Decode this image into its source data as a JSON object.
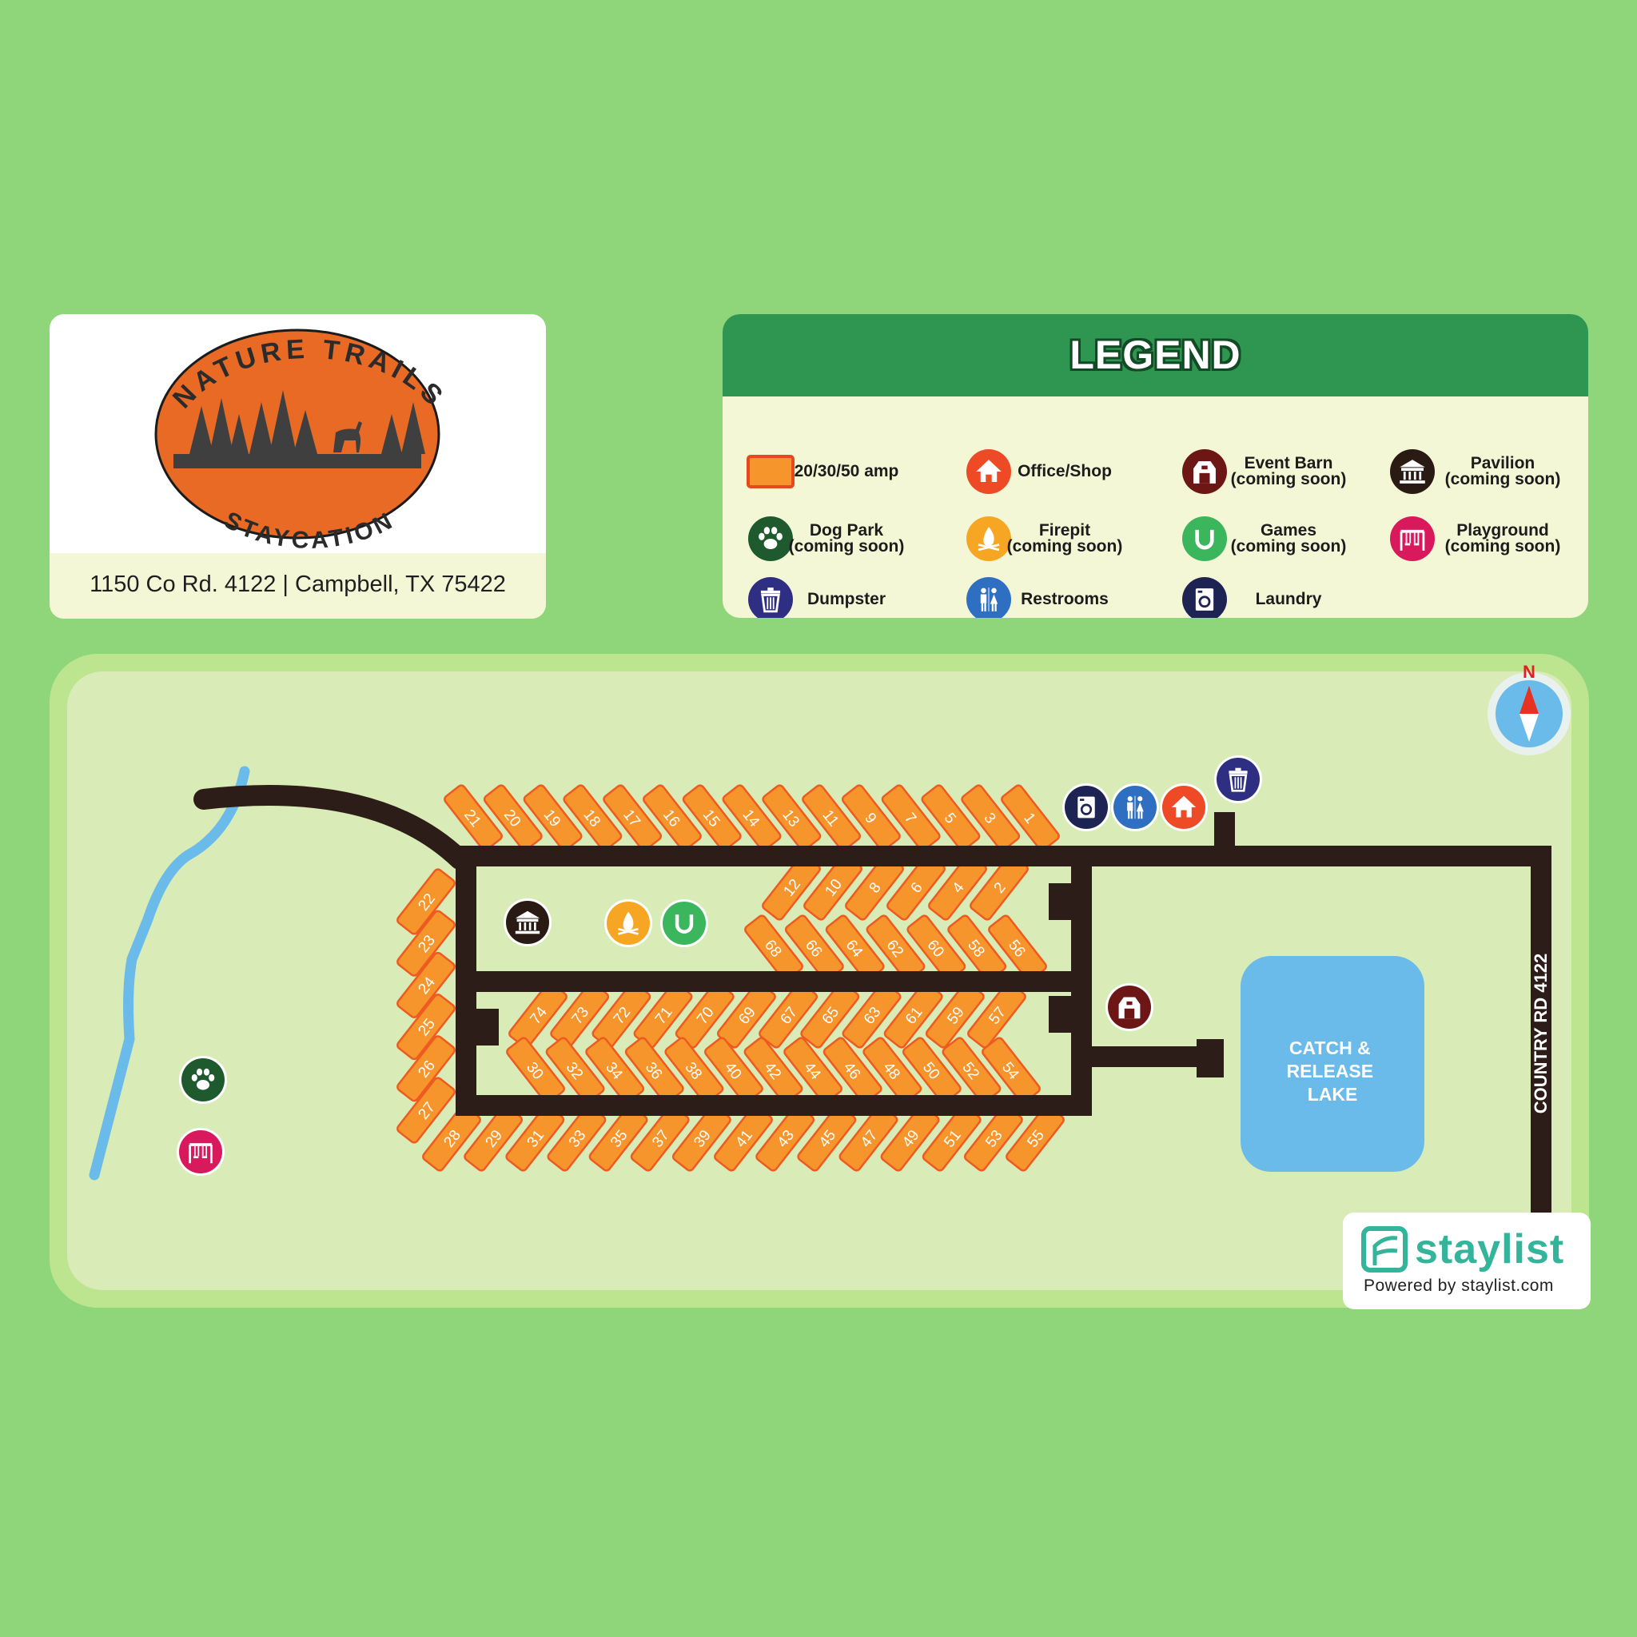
{
  "park": {
    "logo_text_top": "NATURE TRAILS",
    "logo_text_bottom": "STAYCATION",
    "address": "1150 Co Rd. 4122 | Campbell, TX 75422"
  },
  "legend": {
    "title": "LEGEND",
    "items": [
      {
        "name": "20/30/50 amp",
        "sub": "",
        "icon": "rv-site-swatch",
        "color": "#f7952d"
      },
      {
        "name": "Office/Shop",
        "sub": "",
        "icon": "house-icon",
        "color": "#ee4a26"
      },
      {
        "name": "Event Barn",
        "sub": "(coming soon)",
        "icon": "barn-icon",
        "color": "#6d1616"
      },
      {
        "name": "Pavilion",
        "sub": "(coming soon)",
        "icon": "pavilion-icon",
        "color": "#2a1a14"
      },
      {
        "name": "Dog Park",
        "sub": "(coming soon)",
        "icon": "paw-icon",
        "color": "#1e5a2e"
      },
      {
        "name": "Firepit",
        "sub": "(coming soon)",
        "icon": "campfire-icon",
        "color": "#f6a623"
      },
      {
        "name": "Games",
        "sub": "(coming soon)",
        "icon": "horseshoe-icon",
        "color": "#3cb65c"
      },
      {
        "name": "Playground",
        "sub": "(coming soon)",
        "icon": "swing-icon",
        "color": "#d8195c"
      },
      {
        "name": "Dumpster",
        "sub": "",
        "icon": "trash-icon",
        "color": "#2e2f82"
      },
      {
        "name": "Restrooms",
        "sub": "",
        "icon": "restroom-icon",
        "color": "#2f6fc2"
      },
      {
        "name": "Laundry",
        "sub": "",
        "icon": "washer-icon",
        "color": "#1d2453"
      }
    ]
  },
  "map": {
    "compass_label": "N",
    "lake_label": [
      "CATCH &",
      "RELEASE",
      "LAKE"
    ],
    "road_label": "COUNTRY RD 4122",
    "site_color": "#f7952d",
    "road_color": "#2d1d18",
    "water_color": "#6bbbea",
    "row_a": [
      "21",
      "20",
      "19",
      "18",
      "17",
      "16",
      "15",
      "14",
      "13",
      "11",
      "9",
      "7",
      "5",
      "3",
      "1"
    ],
    "row_b": [
      "12",
      "10",
      "8",
      "6",
      "4",
      "2"
    ],
    "row_c": [
      "68",
      "66",
      "64",
      "62",
      "60",
      "58",
      "56"
    ],
    "row_d": [
      "74",
      "73",
      "72",
      "71",
      "70",
      "69",
      "67",
      "65",
      "63",
      "61",
      "59",
      "57"
    ],
    "row_e": [
      "30",
      "32",
      "34",
      "36",
      "38",
      "40",
      "42",
      "44",
      "46",
      "48",
      "50",
      "52",
      "54"
    ],
    "row_f": [
      "28",
      "29",
      "31",
      "33",
      "35",
      "37",
      "39",
      "41",
      "43",
      "45",
      "47",
      "49",
      "51",
      "53",
      "55"
    ],
    "row_left": [
      "22",
      "23",
      "24",
      "25",
      "26",
      "27"
    ]
  },
  "staylist": {
    "brand": "staylist",
    "powered_by": "Powered by staylist.com"
  }
}
